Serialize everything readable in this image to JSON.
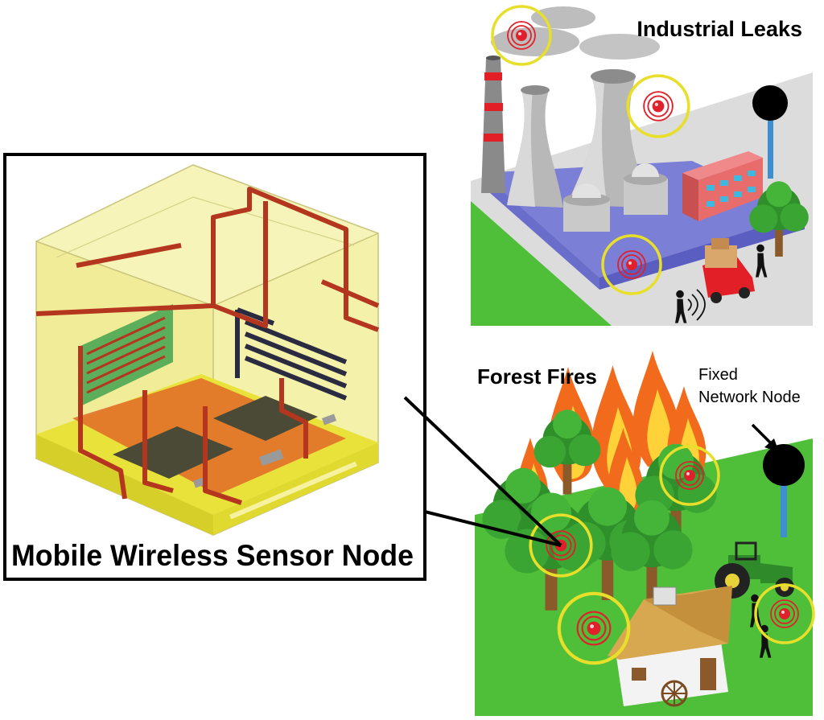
{
  "labels": {
    "industrial": "Industrial Leaks",
    "forest": "Forest Fires",
    "fixed_line1": "Fixed",
    "fixed_line2": "Network Node",
    "mobile": "Mobile Wireless Sensor Node"
  },
  "colors": {
    "sensor_ring": "#e8df2a",
    "sensor_core": "#e0202a",
    "grass": "#4fbf3a",
    "factory_base": "#7b7fd6",
    "trace": "#b5361e",
    "enclosure": "#f2f0a0",
    "board": "#e8e23a",
    "chip": "#4a4a36",
    "fire_outer": "#f26b1d",
    "fire_inner": "#ffd23a",
    "node_head": "#000000",
    "node_pole": "#3f8fd0"
  },
  "icons": [
    "sensor-node-icon",
    "fixed-network-node-icon",
    "tree-icon",
    "fire-icon",
    "tractor-icon",
    "truck-icon",
    "person-icon",
    "cooling-tower-icon",
    "chimney-icon",
    "house-icon"
  ]
}
